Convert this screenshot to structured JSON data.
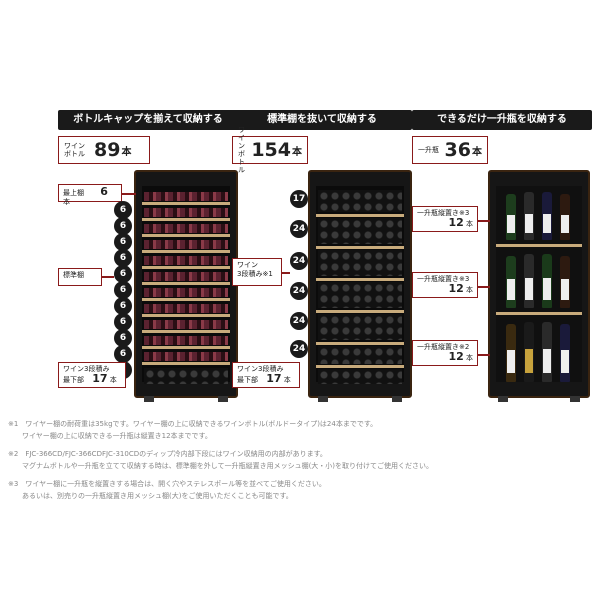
{
  "panels": [
    {
      "heading": "ボトルキャップを揃えて収納する",
      "count_label_1": "ワイン",
      "count_label_2": "ボトル",
      "count_value": "89",
      "count_unit": "本",
      "top_shelf_label": "最上棚",
      "top_shelf_value": "6",
      "top_shelf_unit": "本",
      "standard_label": "標準棚",
      "shelf_badges": [
        "6",
        "6",
        "6",
        "6",
        "6",
        "6",
        "6",
        "6",
        "6",
        "6",
        "6"
      ],
      "bottom_label_1": "ワイン3段積み",
      "bottom_label_2": "最下部",
      "bottom_value": "17",
      "bottom_unit": "本"
    },
    {
      "heading": "標準棚を抜いて収納する",
      "count_label_1": "ワイン",
      "count_label_2": "ボトル",
      "count_value": "154",
      "count_unit": "本",
      "side_label_1": "ワイン",
      "side_label_2": "3段積み※1",
      "shelf_badges": [
        "17",
        "24",
        "24",
        "24",
        "24",
        "24"
      ],
      "bottom_label_1": "ワイン3段積み",
      "bottom_label_2": "最下部",
      "bottom_value": "17",
      "bottom_unit": "本"
    },
    {
      "heading": "できるだけ一升瓶を収納する",
      "count_label_1": "一升瓶",
      "count_value": "36",
      "count_unit": "本",
      "tags": [
        {
          "label": "一升瓶縦置き※3",
          "value": "12",
          "unit": "本"
        },
        {
          "label": "一升瓶縦置き※3",
          "value": "12",
          "unit": "本"
        },
        {
          "label": "一升瓶縦置き※2",
          "value": "12",
          "unit": "本"
        }
      ]
    }
  ],
  "notes": [
    "※1　ワイヤー棚の耐荷重は35kgです。ワイヤー棚の上に収納できるワインボトル(ボルドータイプ)は24本までです。",
    "　　ワイヤー棚の上に収納できる一升瓶は縦置き12本までです。",
    "※2　FJC-366CD/FJC-366CDFJC-310CDのディップ冷内部下段にはワイン収納用の内部があります。",
    "　　マグナムボトルや一升瓶を立てて収納する時は、標準棚を外して一升瓶縦置き用メッシュ棚(大・小)を取り付けてご使用ください。",
    "※3　ワイヤー棚に一升瓶を縦置きする場合は、開く穴やステレスポール等を並べてご使用ください。",
    "　　あるいは、別売りの一升瓶縦置き用メッシュ棚(大)をご使用いただくことも可能です。"
  ]
}
